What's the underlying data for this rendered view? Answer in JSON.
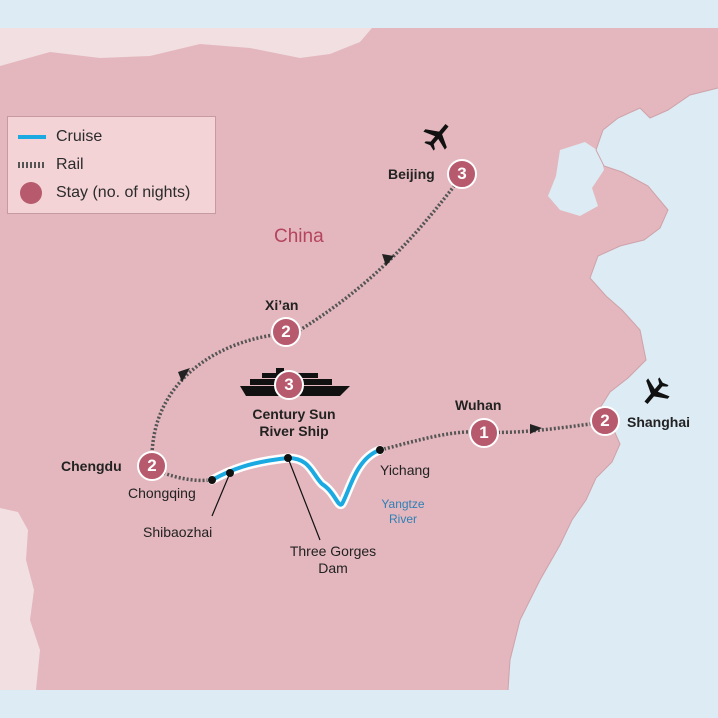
{
  "legend": {
    "cruise_label": "Cruise",
    "rail_label": "Rail",
    "stay_label": "Stay (no. of nights)"
  },
  "country_label": "China",
  "river_label": "Yangtze River",
  "ship": {
    "name": "Century Sun River Ship",
    "nights": "3",
    "icon": "ship-icon"
  },
  "stops": [
    {
      "name": "Beijing",
      "nights": "3"
    },
    {
      "name": "Xi’an",
      "nights": "2"
    },
    {
      "name": "Chengdu",
      "nights": "2"
    },
    {
      "name": "Wuhan",
      "nights": "1"
    },
    {
      "name": "Shanghai",
      "nights": "2"
    }
  ],
  "waypoints": [
    "Chongqing",
    "Shibaozhai",
    "Three Gorges Dam",
    "Yichang"
  ],
  "icons": [
    "airplane-icon",
    "airplane-icon",
    "ship-icon"
  ],
  "colors": {
    "land": "#e3b7bd",
    "sea": "#dcebf4",
    "cruise": "#1ba9e1",
    "stay": "#b75a6d",
    "rail": "#555555"
  }
}
